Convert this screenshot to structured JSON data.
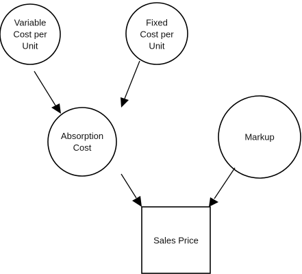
{
  "diagram": {
    "nodes": {
      "variable_cost": {
        "line1": "Variable",
        "line2": "Cost per",
        "line3": "Unit"
      },
      "fixed_cost": {
        "line1": "Fixed",
        "line2": "Cost per",
        "line3": "Unit"
      },
      "absorption_cost": {
        "line1": "Absorption",
        "line2": "Cost"
      },
      "markup": {
        "line1": "Markup"
      },
      "sales_price": {
        "line1": "Sales Price"
      }
    },
    "edges": [
      {
        "from": "Variable Cost per Unit",
        "to": "Absorption Cost"
      },
      {
        "from": "Fixed Cost per Unit",
        "to": "Absorption Cost"
      },
      {
        "from": "Absorption Cost",
        "to": "Sales Price"
      },
      {
        "from": "Markup",
        "to": "Sales Price"
      }
    ],
    "colors": {
      "stroke": "#000000",
      "fill": "#ffffff",
      "text": "#111111"
    }
  }
}
